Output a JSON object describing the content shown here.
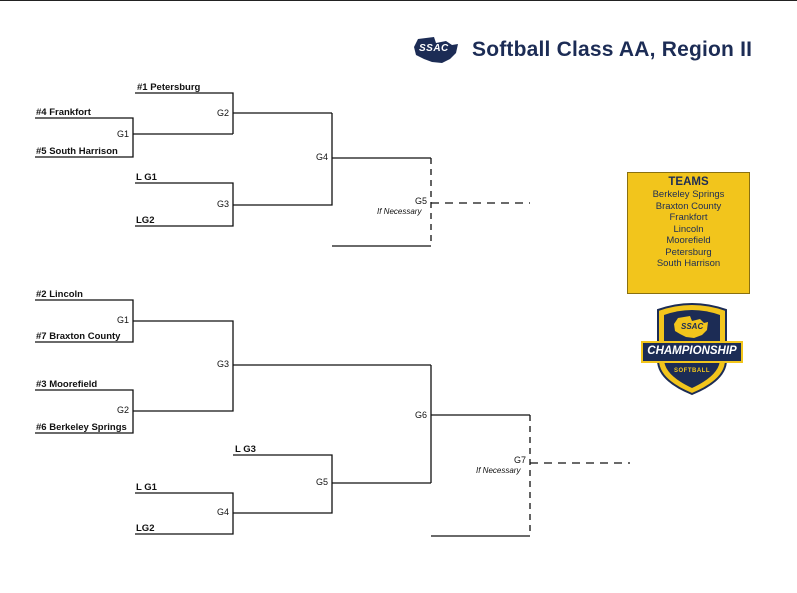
{
  "header": {
    "logo_text": "SSAC",
    "title": "Softball Class AA, Region II"
  },
  "bracket_top": {
    "seeds": {
      "s1": "#1 Petersburg",
      "s4": "#4 Frankfort",
      "s5": "#5 South Harrison",
      "lg1": "L G1",
      "lg2": "LG2"
    },
    "games": {
      "g1": "G1",
      "g2": "G2",
      "g3": "G3",
      "g4": "G4",
      "g5": "G5"
    },
    "if_necessary": "If Necessary"
  },
  "bracket_bottom": {
    "seeds": {
      "s2": "#2 Lincoln",
      "s7": "#7 Braxton County",
      "s3": "#3 Moorefield",
      "s6": "#6 Berkeley Springs",
      "lg3": "L G3",
      "lg1": "L G1",
      "lg2": "LG2"
    },
    "games": {
      "g1": "G1",
      "g2": "G2",
      "g3": "G3",
      "g4": "G4",
      "g5": "G5",
      "g6": "G6",
      "g7": "G7"
    },
    "if_necessary": "If Necessary"
  },
  "teams": {
    "title": "TEAMS",
    "list": [
      "Berkeley Springs",
      "Braxton County",
      "Frankfort",
      "Lincoln",
      "Moorefield",
      "Petersburg",
      "South Harrison"
    ]
  },
  "badge": {
    "logo_text": "SSAC",
    "main": "CHAMPIONSHIP",
    "sub": "SOFTBALL"
  },
  "colors": {
    "navy": "#1c2c55",
    "gold": "#f2c51c",
    "line": "#111111"
  }
}
